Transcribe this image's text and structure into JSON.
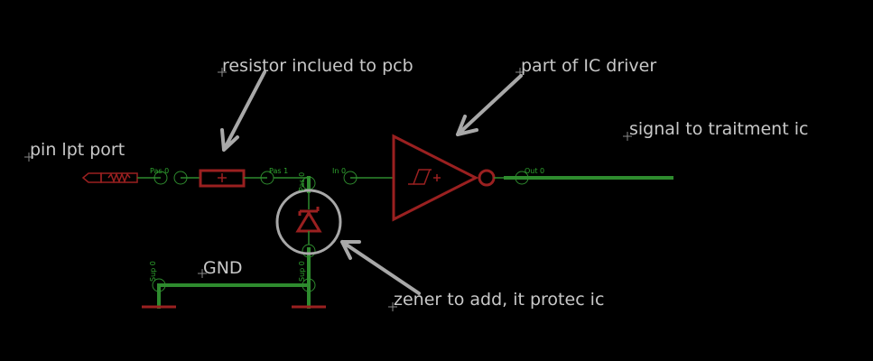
{
  "annotations": {
    "resistor": "resistor inclued to pcb",
    "ic_driver": "part of IC driver",
    "signal": "signal to traitment ic",
    "pin_port": "pin lpt port",
    "gnd": "GND",
    "zener": "zener to add, it protec ic"
  },
  "pins": {
    "pas0": "Pas 0",
    "pas1": "Pas 1",
    "in0": "In 0",
    "out0": "Out 0",
    "sup0": "Sup 0",
    "zener_top": "Pas 0",
    "zener_bottom": "Sup 0"
  },
  "colors": {
    "background": "#000000",
    "wire": "#2e8b2e",
    "component": "#9a2020",
    "annotation_text": "#c8c8c8",
    "arrow": "#a8a8a8"
  }
}
